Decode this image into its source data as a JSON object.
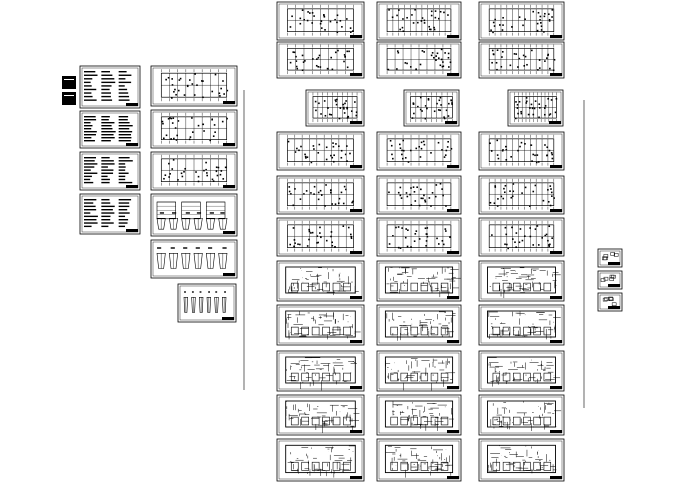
{
  "canvas": {
    "background": "#ffffff",
    "ink": "#000000"
  },
  "groups": [
    {
      "name": "cover-and-notes",
      "sheets": [
        {
          "kind": "cover-black"
        },
        {
          "kind": "cover-black"
        },
        {
          "kind": "notes"
        },
        {
          "kind": "notes"
        },
        {
          "kind": "notes"
        },
        {
          "kind": "notes"
        }
      ]
    },
    {
      "name": "architectural-set",
      "sheets": [
        {
          "kind": "plan"
        },
        {
          "kind": "plan"
        },
        {
          "kind": "plan"
        },
        {
          "kind": "elevation"
        },
        {
          "kind": "details"
        },
        {
          "kind": "details-small"
        }
      ]
    },
    {
      "name": "structural-set",
      "columns": 3,
      "sheets_per_column": 12
    },
    {
      "name": "detail-thumbnails",
      "sheets": [
        {
          "kind": "detail"
        },
        {
          "kind": "detail"
        },
        {
          "kind": "detail"
        }
      ]
    }
  ],
  "dividers": 2
}
